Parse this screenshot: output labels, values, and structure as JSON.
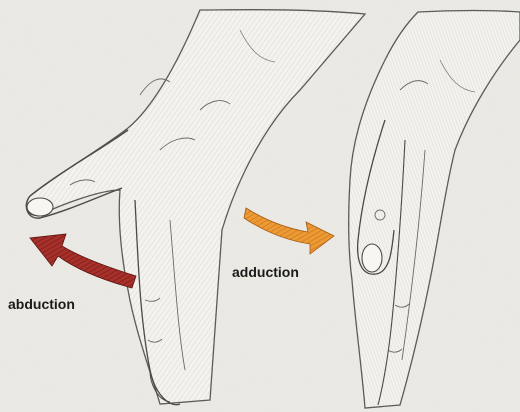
{
  "figure": {
    "background_color": "#ecebe6",
    "left_hand": {
      "depicts": "hand with thumb abducted (spread away from fingers)",
      "arrow_color": "#a8302a",
      "label": "abduction"
    },
    "right_hand": {
      "depicts": "hand with thumb adducted (pressed against fingers)",
      "arrow_color": "#e8932a",
      "label": "adduction"
    }
  }
}
